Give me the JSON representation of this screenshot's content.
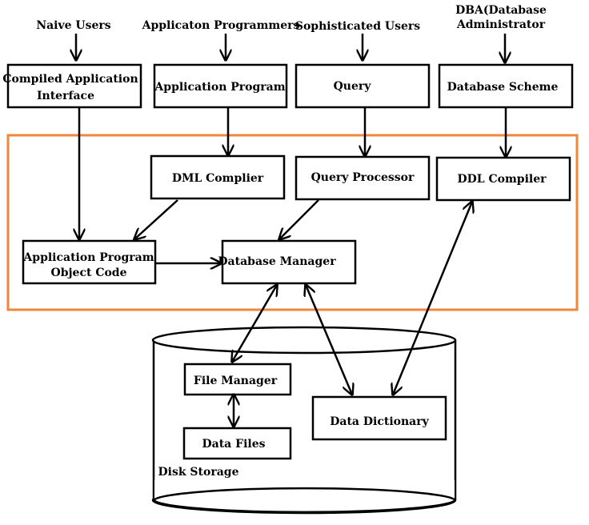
{
  "users": {
    "naive": "Naive Users",
    "programmers": "Applicaton Programmers",
    "sophisticated": "Sophisticated Users",
    "dba_line1": "DBA(Database",
    "dba_line2": "Administrator"
  },
  "interfaces": {
    "compiled_line1": "Compiled Application",
    "compiled_line2": "Interface",
    "application_program": "Application Program",
    "query": "Query",
    "database_scheme": "Database Scheme"
  },
  "query_processor": {
    "dml_compiler": "DML Complier",
    "query_processor": "Query Processor",
    "ddl_compiler": "DDL Compiler",
    "object_code_line1": "Application Program",
    "object_code_line2": "Object Code",
    "database_manager": "Database Manager"
  },
  "storage": {
    "file_manager": "File Manager",
    "data_files": "Data Files",
    "data_dictionary": "Data Dictionary",
    "disk_storage": "Disk Storage"
  },
  "colors": {
    "frame": "#f0873a",
    "stroke": "#000000"
  }
}
